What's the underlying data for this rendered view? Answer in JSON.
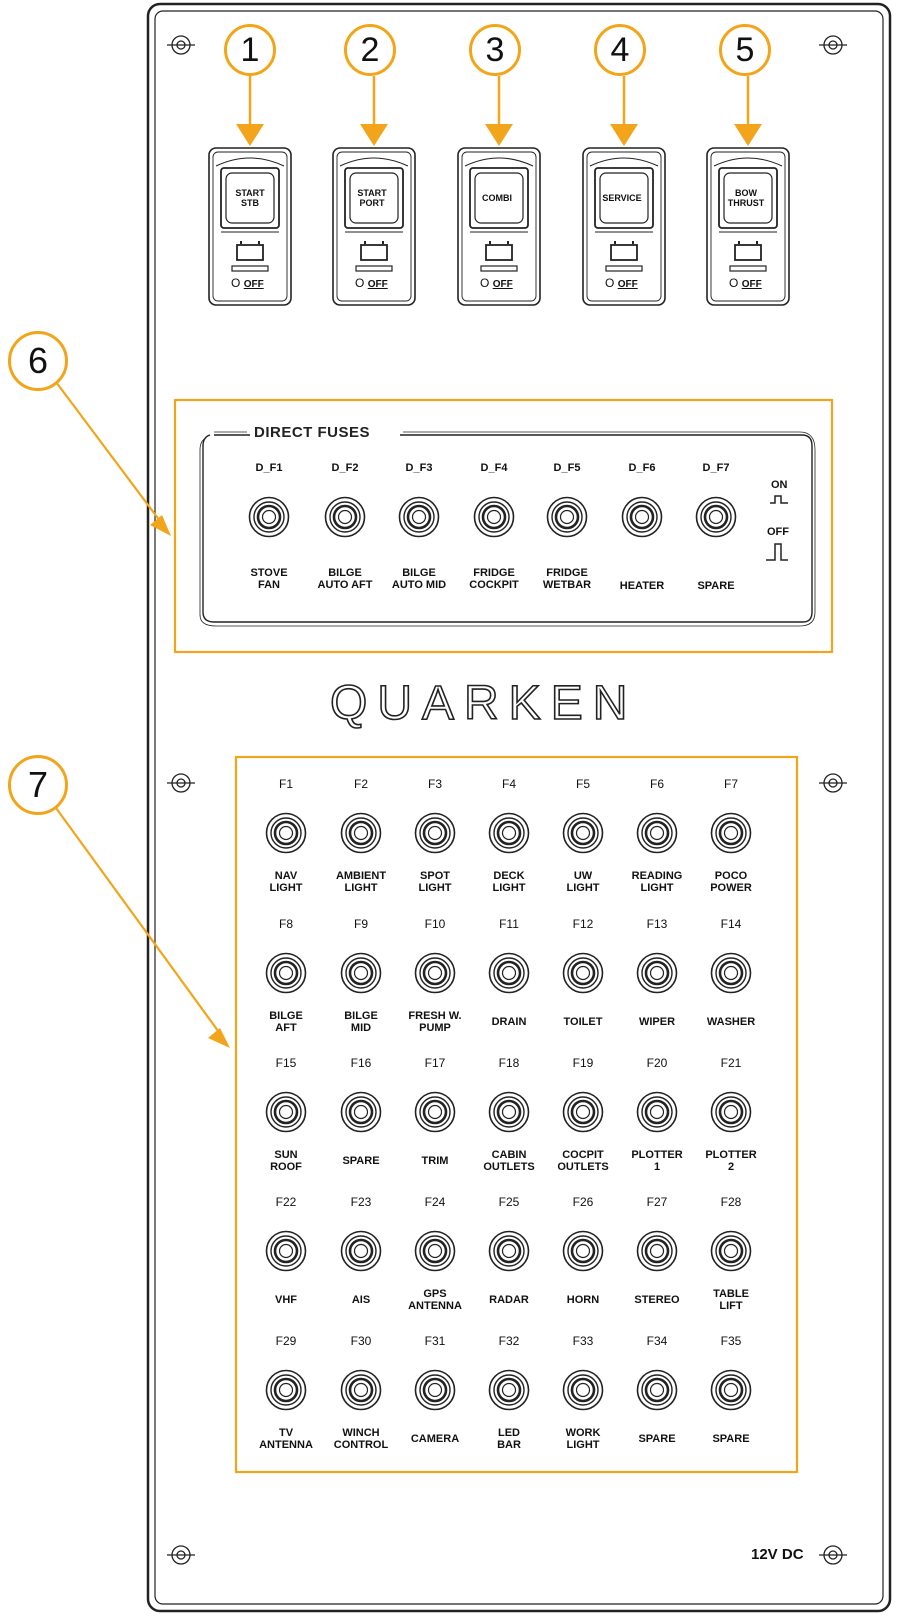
{
  "callouts": [
    "1",
    "2",
    "3",
    "4",
    "5",
    "6",
    "7"
  ],
  "switches": [
    {
      "label": "START\nSTB",
      "off": "O",
      "off_word": "OFF"
    },
    {
      "label": "START\nPORT",
      "off": "O",
      "off_word": "OFF"
    },
    {
      "label": "COMBI",
      "off": "O",
      "off_word": "OFF"
    },
    {
      "label": "SERVICE",
      "off": "O",
      "off_word": "OFF"
    },
    {
      "label": "BOW\nTHRUST",
      "off": "O",
      "off_word": "OFF"
    }
  ],
  "direct_fuses": {
    "title": "DIRECT FUSES",
    "on_label": "ON",
    "off_label": "OFF",
    "items": [
      {
        "id": "D_F1",
        "name": "STOVE\nFAN"
      },
      {
        "id": "D_F2",
        "name": "BILGE\nAUTO AFT"
      },
      {
        "id": "D_F3",
        "name": "BILGE\nAUTO MID"
      },
      {
        "id": "D_F4",
        "name": "FRIDGE\nCOCKPIT"
      },
      {
        "id": "D_F5",
        "name": "FRIDGE\nWETBAR"
      },
      {
        "id": "D_F6",
        "name": "HEATER"
      },
      {
        "id": "D_F7",
        "name": "SPARE"
      }
    ]
  },
  "brand": "QUARKEN",
  "fuses": [
    {
      "id": "F1",
      "name": "NAV\nLIGHT"
    },
    {
      "id": "F2",
      "name": "AMBIENT\nLIGHT"
    },
    {
      "id": "F3",
      "name": "SPOT\nLIGHT"
    },
    {
      "id": "F4",
      "name": "DECK\nLIGHT"
    },
    {
      "id": "F5",
      "name": "UW\nLIGHT"
    },
    {
      "id": "F6",
      "name": "READING\nLIGHT"
    },
    {
      "id": "F7",
      "name": "POCO\nPOWER"
    },
    {
      "id": "F8",
      "name": "BILGE\nAFT"
    },
    {
      "id": "F9",
      "name": "BILGE\nMID"
    },
    {
      "id": "F10",
      "name": "FRESH W.\nPUMP"
    },
    {
      "id": "F11",
      "name": "DRAIN"
    },
    {
      "id": "F12",
      "name": "TOILET"
    },
    {
      "id": "F13",
      "name": "WIPER"
    },
    {
      "id": "F14",
      "name": "WASHER"
    },
    {
      "id": "F15",
      "name": "SUN\nROOF"
    },
    {
      "id": "F16",
      "name": "SPARE"
    },
    {
      "id": "F17",
      "name": "TRIM"
    },
    {
      "id": "F18",
      "name": "CABIN\nOUTLETS"
    },
    {
      "id": "F19",
      "name": "COCPIT\nOUTLETS"
    },
    {
      "id": "F20",
      "name": "PLOTTER\n1"
    },
    {
      "id": "F21",
      "name": "PLOTTER\n2"
    },
    {
      "id": "F22",
      "name": "VHF"
    },
    {
      "id": "F23",
      "name": "AIS"
    },
    {
      "id": "F24",
      "name": "GPS\nANTENNA"
    },
    {
      "id": "F25",
      "name": "RADAR"
    },
    {
      "id": "F26",
      "name": "HORN"
    },
    {
      "id": "F27",
      "name": "STEREO"
    },
    {
      "id": "F28",
      "name": "TABLE\nLIFT"
    },
    {
      "id": "F29",
      "name": "TV\nANTENNA"
    },
    {
      "id": "F30",
      "name": "WINCH\nCONTROL"
    },
    {
      "id": "F31",
      "name": "CAMERA"
    },
    {
      "id": "F32",
      "name": "LED\nBAR"
    },
    {
      "id": "F33",
      "name": "WORK\nLIGHT"
    },
    {
      "id": "F34",
      "name": "SPARE"
    },
    {
      "id": "F35",
      "name": "SPARE"
    }
  ],
  "voltage": "12V DC",
  "colors": {
    "accent": "#f2a51a",
    "line": "#222222",
    "panel": "#ffffff"
  }
}
